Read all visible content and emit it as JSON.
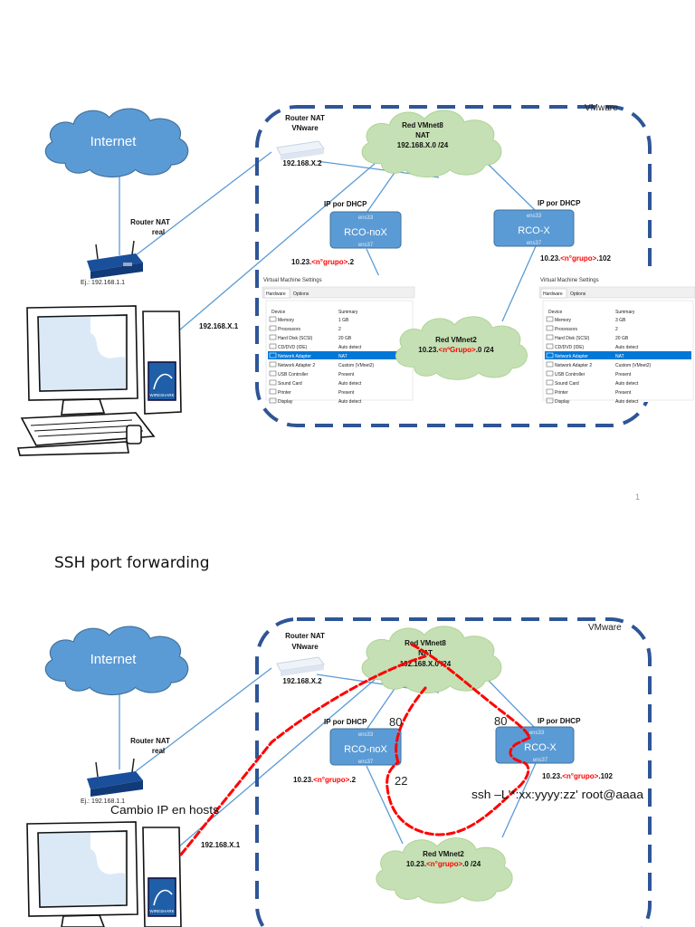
{
  "slide1": {
    "internet": "Internet",
    "router_nat_vmware": [
      "Router NAT",
      "VNware"
    ],
    "router_vmware_ip": "192.168.X.2",
    "router_nat_real": [
      "Router NAT",
      "real"
    ],
    "router_real_ip": "Ej.: 192.168.1.1",
    "host_ip": "192.168.X.1",
    "vmware_label": "VMware",
    "vmnet8": [
      "Red VMnet8",
      "NAT",
      "192.168.X.0 /24"
    ],
    "vmnet2_title": "Red VMnet2",
    "vmnet2_pre": "10.23.",
    "vmnet2_red": "<nºGrupo>",
    "vmnet2_post": ".0 /24",
    "ip_dhcp_left": "IP por DHCP",
    "ip_dhcp_right": "IP por DHCP",
    "vm_left": {
      "name": "RCO-noX",
      "if_top": "ens33",
      "if_bottom": "ens37"
    },
    "vm_right": {
      "name": "RCO-X",
      "if_top": "ens33",
      "if_bottom": "ens37"
    },
    "ip_left_pre": "10.23.",
    "ip_left_red": "<n°grupo>",
    "ip_left_post": ".2",
    "ip_right_pre": "10.23.",
    "ip_right_red": "<n°grupo>",
    "ip_right_post": ".102",
    "wireshark": "WIRESHARK"
  },
  "vm_settings_left": {
    "title": "Virtual Machine Settings",
    "tabs": [
      "Hardware",
      "Options"
    ],
    "headers": [
      "Device",
      "Summary"
    ],
    "rows": [
      [
        "Memory",
        "1 GB"
      ],
      [
        "Processors",
        "2"
      ],
      [
        "Hard Disk (SCSI)",
        "20 GB"
      ],
      [
        "CD/DVD (IDE)",
        "Auto detect"
      ],
      [
        "Network Adapter",
        "NAT"
      ],
      [
        "Network Adapter 2",
        "Custom (VMnet2)"
      ],
      [
        "USB Controller",
        "Present"
      ],
      [
        "Sound Card",
        "Auto detect"
      ],
      [
        "Printer",
        "Present"
      ],
      [
        "Display",
        "Auto detect"
      ]
    ],
    "selected_row": 4
  },
  "vm_settings_right": {
    "title": "Virtual Machine Settings",
    "tabs": [
      "Hardware",
      "Options"
    ],
    "headers": [
      "Device",
      "Summary"
    ],
    "rows": [
      [
        "Memory",
        "3 GB"
      ],
      [
        "Processors",
        "2"
      ],
      [
        "Hard Disk (SCSI)",
        "20 GB"
      ],
      [
        "CD/DVD (IDE)",
        "Auto detect"
      ],
      [
        "Network Adapter",
        "NAT"
      ],
      [
        "Network Adapter 2",
        "Custom (VMnet2)"
      ],
      [
        "USB Controller",
        "Present"
      ],
      [
        "Sound Card",
        "Auto detect"
      ],
      [
        "Printer",
        "Present"
      ],
      [
        "Display",
        "Auto detect"
      ]
    ],
    "selected_row": 4
  },
  "page_number": "1",
  "slide2": {
    "title": "SSH port forwarding",
    "internet": "Internet",
    "router_nat_vmware": [
      "Router NAT",
      "VNware"
    ],
    "router_vmware_ip": "192.168.X.2",
    "router_nat_real": [
      "Router NAT",
      "real"
    ],
    "router_real_ip": "Ej.: 192.168.1.1",
    "host_ip": "192.168.X.1",
    "vmware_label": "VMware",
    "vmnet8": [
      "Red VMnet8",
      "NAT",
      "192.168.X.0 /24"
    ],
    "vmnet2_title": "Red VMnet2",
    "vmnet2_pre": "10.23.",
    "vmnet2_red": "<n°grupo>",
    "vmnet2_post": ".0 /24",
    "ip_dhcp_left": "IP por DHCP",
    "ip_dhcp_right": "IP por DHCP",
    "vm_left": {
      "name": "RCO-noX",
      "if_top": "ens33",
      "if_bottom": "ens37"
    },
    "vm_right": {
      "name": "RCO-X",
      "if_top": "ens33",
      "if_bottom": "ens37"
    },
    "ip_left_pre": "10.23.",
    "ip_left_red": "<n°grupo>",
    "ip_left_post": ".2",
    "ip_right_pre": "10.23.",
    "ip_right_red": "<n°grupo>",
    "ip_right_post": ".102",
    "port_80_left": "80",
    "port_80_right": "80",
    "port_22": "22",
    "cambio_ip": "Cambio IP en hosts",
    "ssh_cmd": "ssh –L'*:xx:yyyy:zz' root@aaaa",
    "wireshark": "WIRESHARK"
  },
  "colors": {
    "cloud_blue": "#5b9bd5",
    "cloud_green": "#c5e0b4",
    "vm_box": "#5b9bd5",
    "dash_border": "#2e5597",
    "link_line": "#5b9bd5",
    "ssh_path": "#ff0000",
    "accent_red": "#ff0000",
    "selected_row": "#0078d7"
  }
}
